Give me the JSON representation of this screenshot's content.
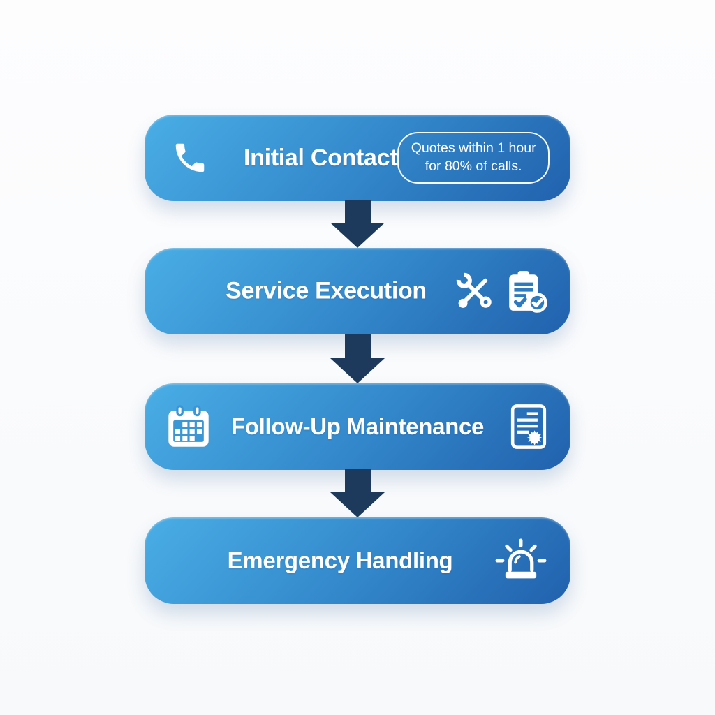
{
  "diagram": {
    "background": "#fafbfd",
    "arrow_color": "#1d3a5c",
    "box_gradient": [
      "#4aaee5",
      "#3388cb",
      "#2161ad"
    ],
    "text_color": "#ffffff",
    "steps": [
      {
        "title": "Initial Contact",
        "icons": [
          "phone-icon"
        ],
        "badge": {
          "line1": "Quotes within 1 hour",
          "line2": "for 80% of calls."
        }
      },
      {
        "title": "Service Execution",
        "icons": [
          "wrench-screwdriver-icon",
          "checklist-clipboard-icon"
        ]
      },
      {
        "title": "Follow-Up Maintenance",
        "icons": [
          "calendar-icon",
          "certificate-document-icon"
        ]
      },
      {
        "title": "Emergency Handling",
        "icons": [
          "siren-icon"
        ]
      }
    ]
  }
}
